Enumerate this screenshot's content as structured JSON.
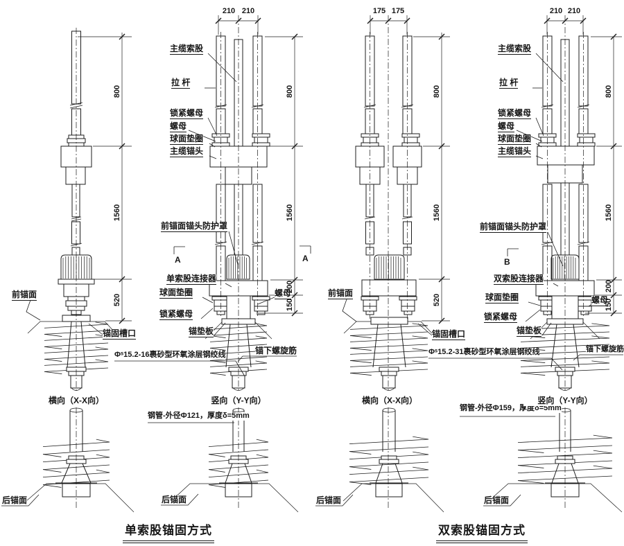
{
  "drawing": {
    "title_single": "单索股锚固方式",
    "title_double": "双索股锚固方式",
    "view_xx": "横向（X-X向）",
    "view_yy": "竖向（Y-Y向）",
    "section_a": "A",
    "section_b": "B",
    "parts": {
      "main_cable_strand": "主缆索股",
      "tie_rod": "拉 杆",
      "lock_nut": "锁紧螺母",
      "nut": "螺母",
      "spherical_washer": "球面垫圈",
      "main_cable_anchor_head": "主缆锚头",
      "anchor_head_cover": "前锚面锚头防护罩",
      "single_strand_connector": "单索股连接器",
      "double_strand_connector": "双索股连接器",
      "anchor_plate": "锚垫板",
      "front_anchor_face": "前锚面",
      "anchor_slot": "锚固槽口",
      "rear_anchor_face": "后锚面",
      "spiral_rebar": "锚下螺旋筋",
      "strand_16": "Φˢ15.2-16裹砂型环氧涂层钢绞线",
      "strand_31": "Φˢ15.2-31裹砂型环氧涂层钢绞线",
      "pipe_121": "钢管-外径Φ121，厚度δ=5mm",
      "pipe_159": "钢管-外径Φ159，厚度δ=5mm"
    },
    "dims": {
      "d210": "210",
      "d175": "175",
      "d800": "800",
      "d1560": "1560",
      "d520": "520",
      "d200": "200",
      "d150": "150"
    }
  }
}
